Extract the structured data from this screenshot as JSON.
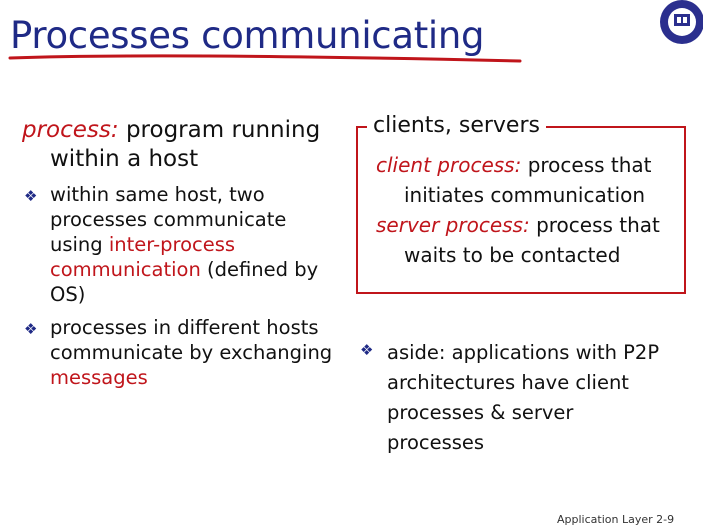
{
  "title": "Processes communicating",
  "left": {
    "process_term": "process:",
    "process_def_1": "program running",
    "process_def_2": "within a host",
    "bullets": [
      {
        "text_a": "within same host, two processes communicate using ",
        "term": "inter-process communication",
        "text_b": " (defined by OS)"
      },
      {
        "text_a": "processes in different hosts communicate by exchanging ",
        "term": "messages",
        "text_b": ""
      }
    ]
  },
  "box": {
    "title": "clients, servers",
    "client_term": "client process:",
    "client_def_1": "process that",
    "client_def_2": "initiates communication",
    "server_term": "server process:",
    "server_def_1": "process that",
    "server_def_2": "waits to be contacted"
  },
  "aside": {
    "line_1": "aside: applications with P2P",
    "line_2": "architectures have client",
    "line_3": "processes & server",
    "line_4": "processes"
  },
  "footer": "Application Layer 2-9",
  "colors": {
    "title": "#1f2a86",
    "accent_red": "#c0151b",
    "bullet": "#1f2a86"
  },
  "icons": {
    "bullet": "diamond-bullet-icon",
    "logo": "university-seal-icon"
  }
}
